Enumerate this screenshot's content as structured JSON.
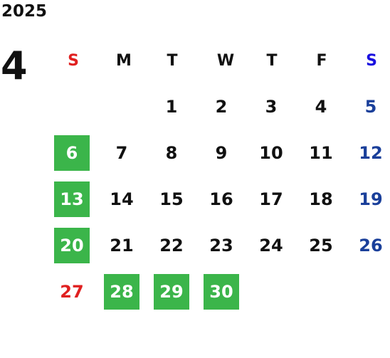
{
  "calendar": {
    "year": "2025",
    "month": "4",
    "weekdays": [
      "S",
      "M",
      "T",
      "W",
      "T",
      "F",
      "S"
    ],
    "weeks": [
      [
        "",
        "",
        "1",
        "2",
        "3",
        "4",
        "5"
      ],
      [
        "6",
        "7",
        "8",
        "9",
        "10",
        "11",
        "12"
      ],
      [
        "13",
        "14",
        "15",
        "16",
        "17",
        "18",
        "19"
      ],
      [
        "20",
        "21",
        "22",
        "23",
        "24",
        "25",
        "26"
      ],
      [
        "27",
        "28",
        "29",
        "30",
        "",
        "",
        ""
      ]
    ],
    "highlighted_days": [
      "6",
      "13",
      "20",
      "28",
      "29",
      "30"
    ],
    "colors": {
      "sunday": "#e02020",
      "saturday": "#1a3f9a",
      "saturday_header": "#1a10e0",
      "highlight_bg": "#3bb54a",
      "highlight_text": "#ffffff",
      "default_text": "#111111"
    }
  }
}
